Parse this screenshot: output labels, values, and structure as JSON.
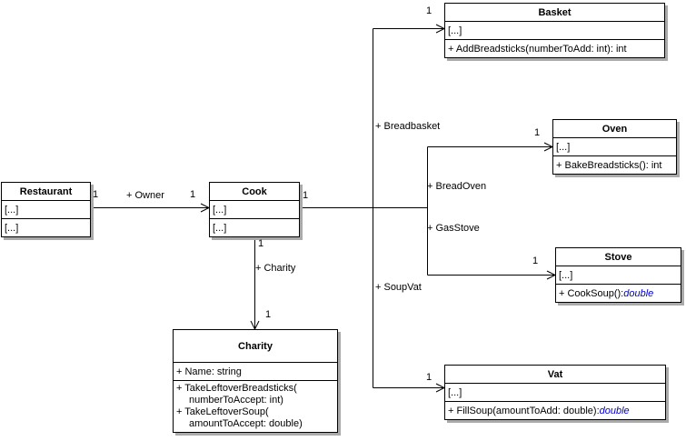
{
  "diagram": {
    "kind": "uml-class-diagram",
    "colors": {
      "box_fill": "#ffffff",
      "box_border": "#000000",
      "box_shadow": "#aaaaaa",
      "text": "#000000",
      "return_type": "#0000cc"
    },
    "classes": {
      "restaurant": {
        "name": "Restaurant",
        "attributes_summary": "[...]",
        "operations_summary": "[...]"
      },
      "cook": {
        "name": "Cook",
        "attributes_summary": "[...]",
        "operations_summary": "[...]"
      },
      "basket": {
        "name": "Basket",
        "attributes_summary": "[...]",
        "operation": "+ AddBreadsticks(numberToAdd: int): int"
      },
      "oven": {
        "name": "Oven",
        "attributes_summary": "[...]",
        "operation": "+ BakeBreadsticks(): int"
      },
      "stove": {
        "name": "Stove",
        "attributes_summary": "[...]",
        "operation_text": "+ CookSoup(): ",
        "operation_return": "double"
      },
      "vat": {
        "name": "Vat",
        "attributes_summary": "[...]",
        "operation_text": "+ FillSoup(amountToAdd: double): ",
        "operation_return": "double"
      },
      "charity": {
        "name": "Charity",
        "attribute": "+ Name: string",
        "operation_lines": [
          "+ TakeLeftoverBreadsticks(",
          "numberToAccept: int)",
          "+ TakeLeftoverSoup(",
          "amountToAccept: double)"
        ]
      }
    },
    "associations": {
      "owner": {
        "label": "+ Owner",
        "restaurant_mult": "1",
        "cook_mult": "1"
      },
      "cook_to_right_mult": "1",
      "breadbasket": {
        "label": "+ Breadbasket",
        "basket_mult": "1"
      },
      "breadoven": {
        "label": "+ BreadOven",
        "oven_mult": "1"
      },
      "gasstove": {
        "label": "+ GasStove",
        "stove_mult": "1"
      },
      "soupvat": {
        "label": "+ SoupVat",
        "vat_mult": "1"
      },
      "charity": {
        "label": "+ Charity",
        "cook_mult": "1",
        "charity_mult": "1"
      }
    }
  }
}
